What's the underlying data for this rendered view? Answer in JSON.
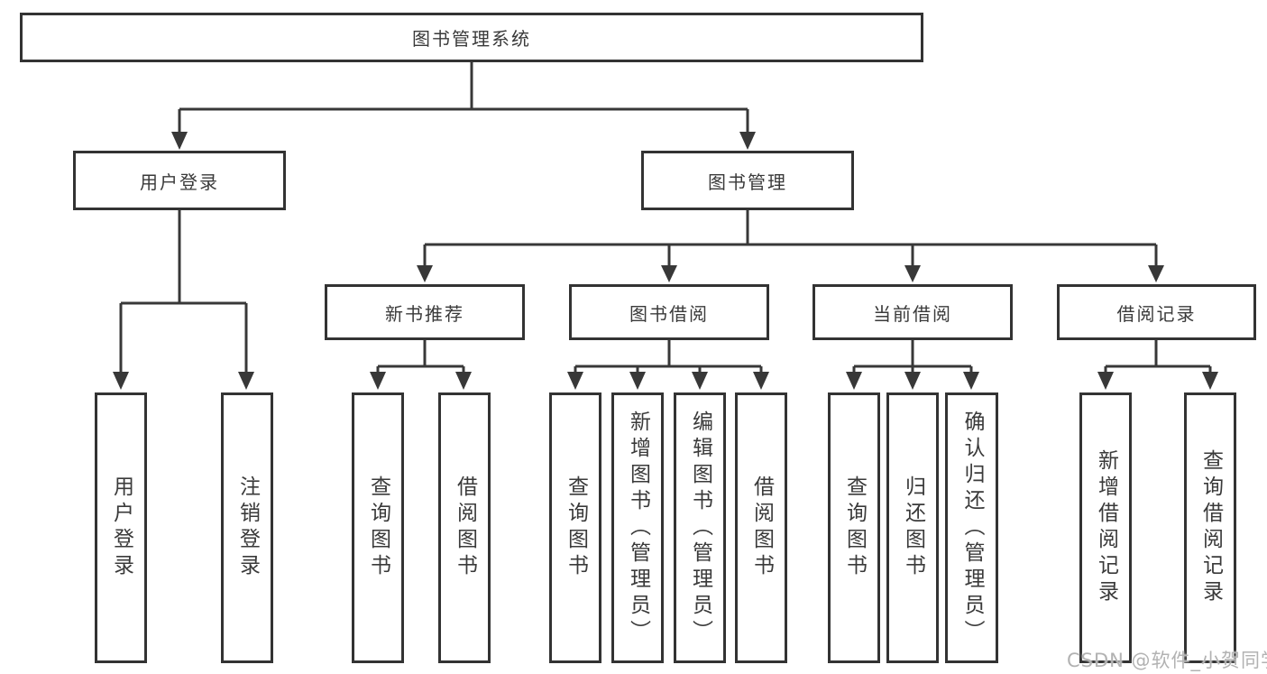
{
  "diagram": {
    "root": {
      "label": "图书管理系统"
    },
    "branches": [
      {
        "label": "用户登录",
        "children": [
          {
            "label": "用户登录"
          },
          {
            "label": "注销登录"
          }
        ]
      },
      {
        "label": "图书管理",
        "children": [
          {
            "label": "新书推荐",
            "children": [
              {
                "label": "查询图书"
              },
              {
                "label": "借阅图书"
              }
            ]
          },
          {
            "label": "图书借阅",
            "children": [
              {
                "label": "查询图书"
              },
              {
                "label": "新增图书（管理员）"
              },
              {
                "label": "编辑图书（管理员）"
              },
              {
                "label": "借阅图书"
              }
            ]
          },
          {
            "label": "当前借阅",
            "children": [
              {
                "label": "查询图书"
              },
              {
                "label": "归还图书"
              },
              {
                "label": "确认归还（管理员）"
              }
            ]
          },
          {
            "label": "借阅记录",
            "children": [
              {
                "label": "新增借阅记录"
              },
              {
                "label": "查询借阅记录"
              }
            ]
          }
        ]
      }
    ]
  },
  "watermark": {
    "text": "CSDN @软件_小贺同学"
  },
  "colors": {
    "line": "#383838",
    "box_border": "#333333",
    "box_fill": "#ffffff",
    "text": "#3a3a3a",
    "watermark": "#b2b2b2"
  }
}
